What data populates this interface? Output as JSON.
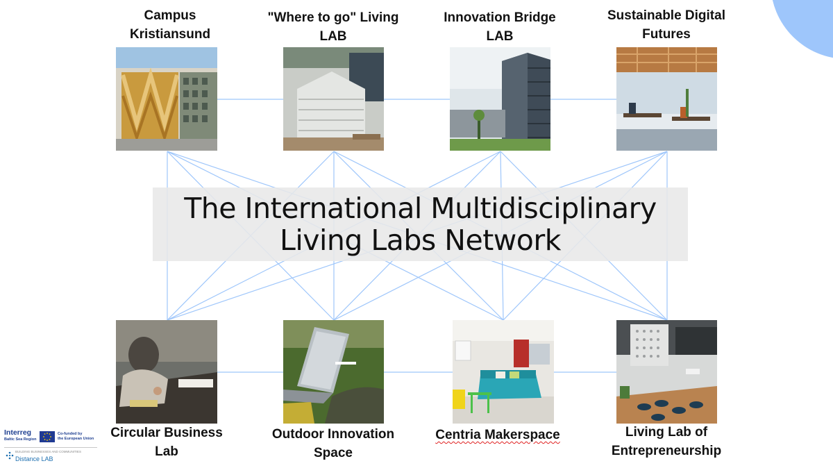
{
  "slide": {
    "title_line_1": "The International Multidisciplinary",
    "title_line_2": "Living Labs Network"
  },
  "labs_top": [
    {
      "label_line_1": "Campus",
      "label_line_2": "Kristiansund",
      "photo_icon": "campus-building-icon"
    },
    {
      "label_line_1": "\"Where to go\" Living",
      "label_line_2": "LAB",
      "photo_icon": "pod-room-icon"
    },
    {
      "label_line_1": "Innovation Bridge",
      "label_line_2": "LAB",
      "photo_icon": "office-tower-icon"
    },
    {
      "label_line_1": "Sustainable Digital",
      "label_line_2": "Futures",
      "photo_icon": "open-office-icon"
    }
  ],
  "labs_bottom": [
    {
      "label_line_1": "Circular Business",
      "label_line_2": "Lab",
      "photo_icon": "meeting-table-icon"
    },
    {
      "label_line_1": "Outdoor Innovation",
      "label_line_2": "Space",
      "photo_icon": "laptop-outdoors-icon"
    },
    {
      "label_line_1": "Centria Makerspace",
      "label_line_2": "",
      "photo_icon": "makerspace-icon"
    },
    {
      "label_line_1": "Living Lab of",
      "label_line_2": "Entrepreneurship",
      "photo_icon": "lounge-space-icon"
    }
  ],
  "footer": {
    "interreg": "Interreg",
    "interreg_region": "Baltic Sea Region",
    "eu_text_line_1": "Co-funded by",
    "eu_text_line_2": "the European Union",
    "distance_tagline": "BUILDING BUSINESSES AND COMMUNITIES",
    "distance_name": "Distance LAB"
  },
  "colors": {
    "connection_line": "#9ec6fb",
    "accent_circle": "#9ec6fb",
    "title_background": "#e8e8e8"
  }
}
